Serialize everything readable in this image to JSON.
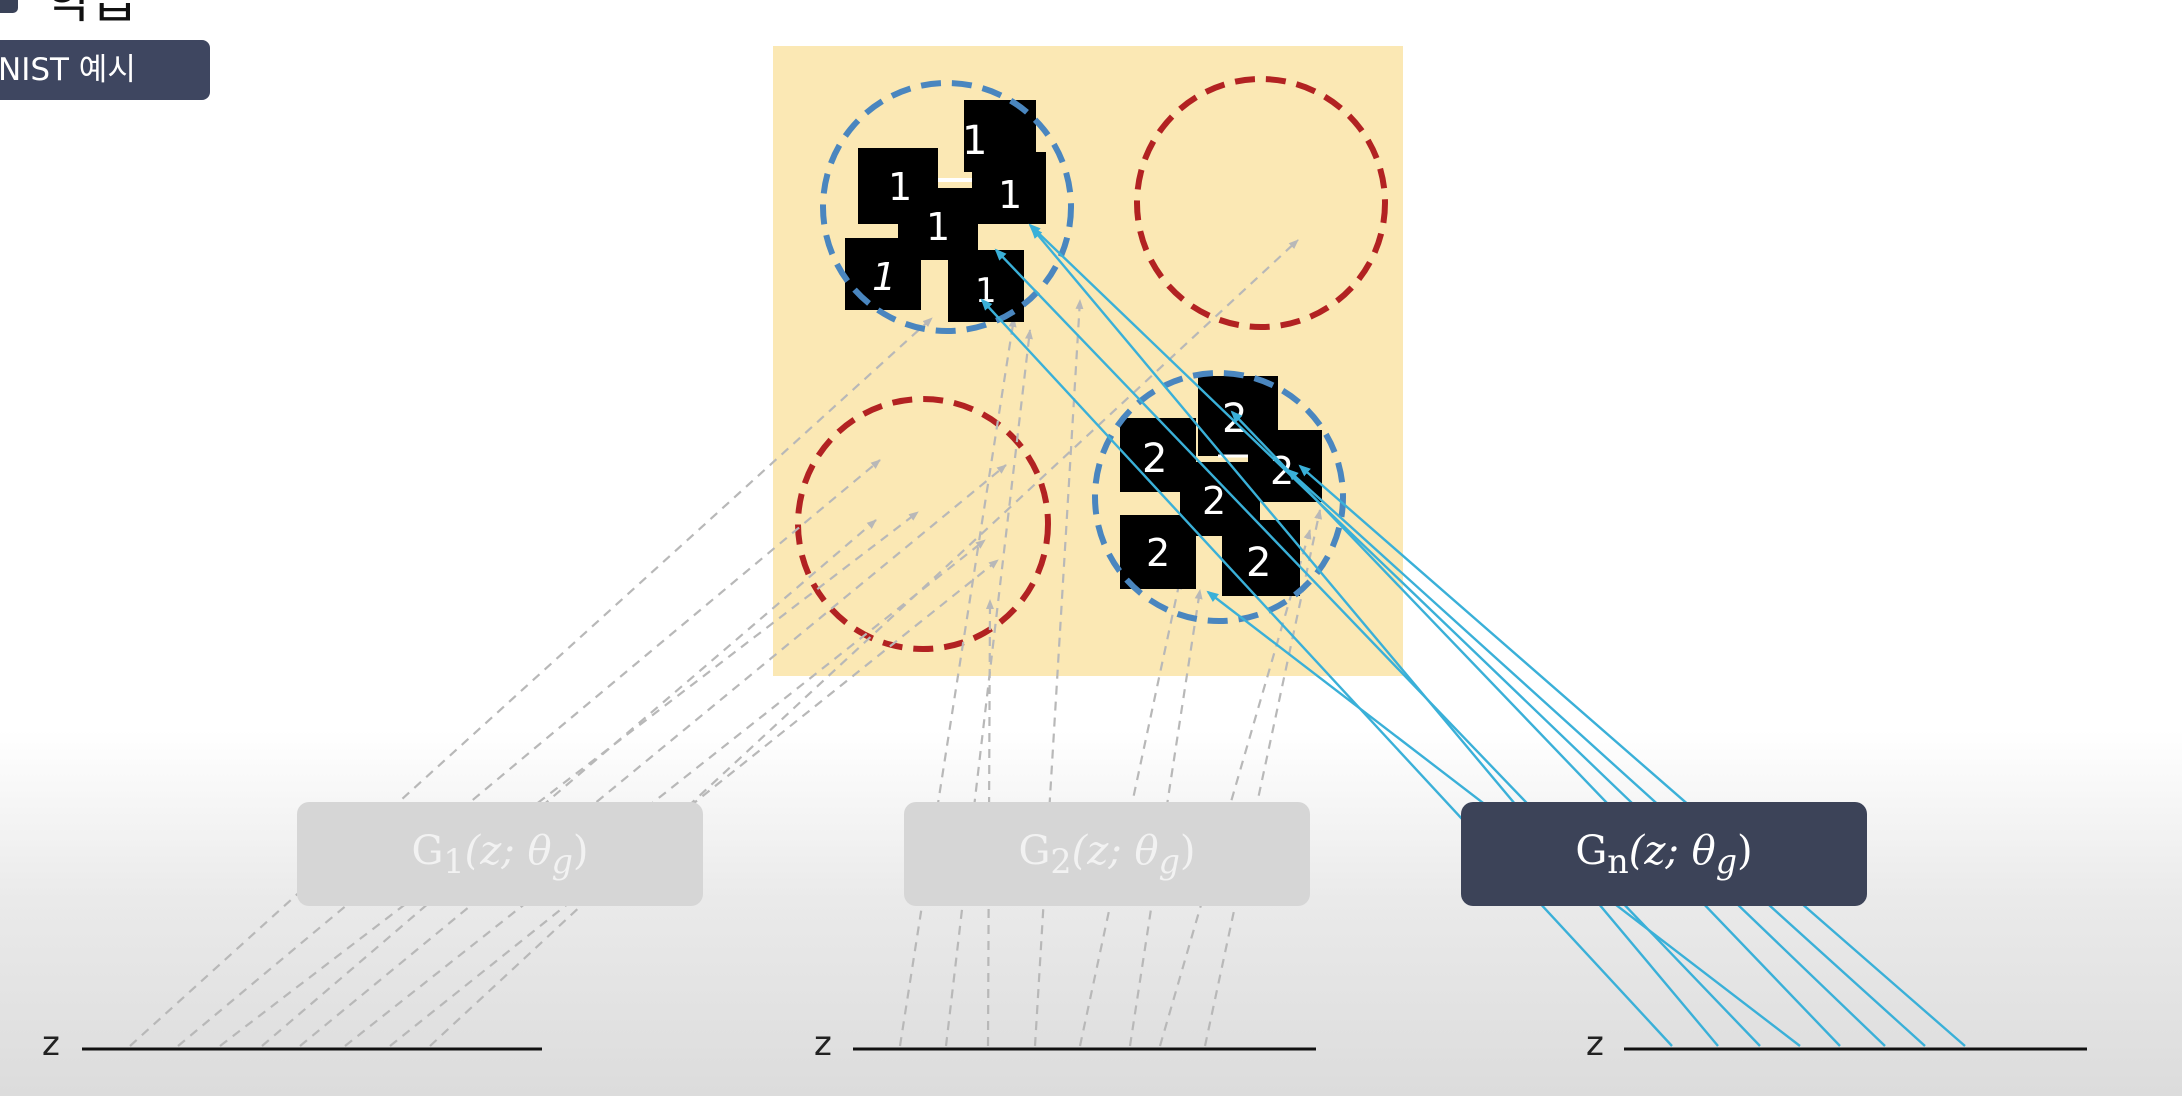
{
  "header": {
    "title_fragment": "학습",
    "badge": "NIST 예시"
  },
  "colors": {
    "panel": "#fbe8b4",
    "mode_cluster": "#4a86bf",
    "empty_mode": "#b22222",
    "active_arrow": "#3ab0d8",
    "faded_arrow": "#b8b8b8",
    "active_generator": "#3c4358",
    "faded_generator": "#d6d6d6"
  },
  "generators": [
    {
      "base": "G",
      "sub": "1",
      "args": "(z; θ",
      "args_sub": "g",
      "close": ")",
      "state": "faded"
    },
    {
      "base": "G",
      "sub": "2",
      "args": "(z; θ",
      "args_sub": "g",
      "close": ")",
      "state": "faded"
    },
    {
      "base": "G",
      "sub": "n",
      "args": "(z; θ",
      "args_sub": "g",
      "close": ")",
      "state": "active"
    }
  ],
  "latent_axes": [
    {
      "label": "z"
    },
    {
      "label": "z"
    },
    {
      "label": "z"
    }
  ],
  "modes": [
    {
      "name": "mode-ones",
      "digit": "1",
      "covered": true
    },
    {
      "name": "mode-empty-top-right",
      "digit": "",
      "covered": false
    },
    {
      "name": "mode-empty-bottom-left",
      "digit": "",
      "covered": false
    },
    {
      "name": "mode-twos",
      "digit": "2",
      "covered": true
    }
  ]
}
